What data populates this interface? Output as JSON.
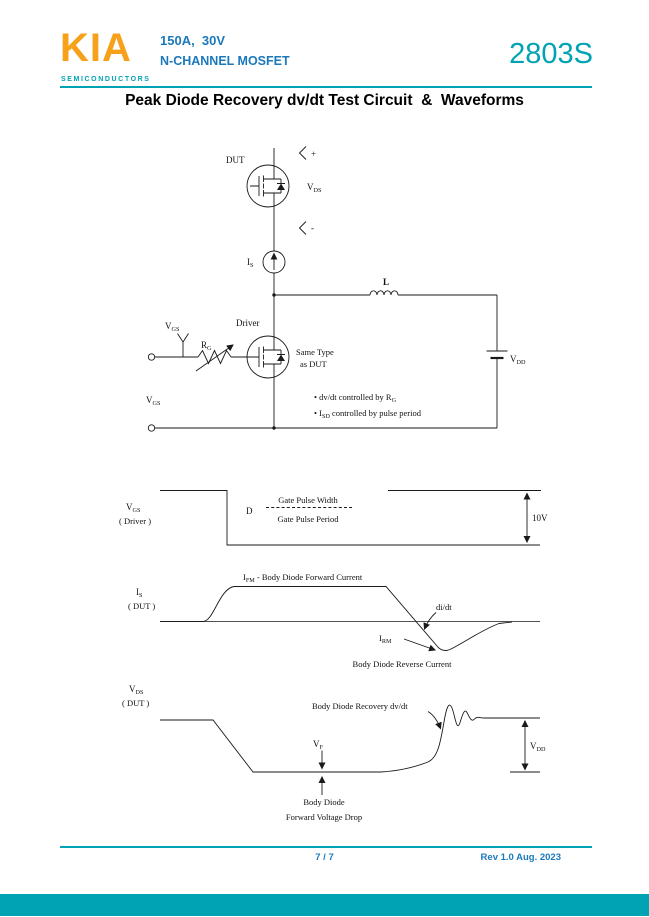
{
  "colors": {
    "teal": "#00A3B4",
    "orange": "#F7A11A",
    "blue": "#1B79BB",
    "line": "#1A1A1A"
  },
  "header": {
    "logo": "KIA",
    "logo_subtitle": "SEMICONDUCTORS",
    "rating_line": "150A,  30V",
    "device_line": "N-CHANNEL MOSFET",
    "part_number": "2803S"
  },
  "title": "Peak Diode Recovery dv/dt Test Circuit  &  Waveforms",
  "circuit": {
    "dut": "DUT",
    "plus": "+",
    "minus": "-",
    "vds": {
      "base": "V",
      "sub": "DS"
    },
    "is": {
      "base": "I",
      "sub": "S"
    },
    "inductor": "L",
    "driver": "Driver",
    "rg": {
      "base": "R",
      "sub": "G"
    },
    "vgs_top": {
      "base": "V",
      "sub": "GS"
    },
    "vgs_left": {
      "base": "V",
      "sub": "GS"
    },
    "same_type_line1": "Same Type",
    "same_type_line2": "as DUT",
    "note1": {
      "pre": "• dv/dt controlled by R",
      "sub": "G"
    },
    "note2": {
      "pre": "• I",
      "sub": "SD",
      "post": " controlled by pulse period"
    },
    "vdd": {
      "base": "V",
      "sub": "DD"
    }
  },
  "waveform_vgs": {
    "axis": {
      "base": "V",
      "sub": "GS"
    },
    "axis_line2": "( Driver )",
    "duty_symbol": "D",
    "fraction_numerator": "Gate Pulse Width",
    "fraction_denominator": "Gate Pulse Period",
    "amplitude": "10V"
  },
  "waveform_is": {
    "axis": {
      "base": "I",
      "sub": "S"
    },
    "axis_line2": "( DUT )",
    "forward": {
      "pre": "I",
      "sub": "FM",
      "post": " - Body Diode Forward Current"
    },
    "didt": "di/dt",
    "irm": {
      "base": "I",
      "sub": "RM"
    },
    "reverse_label": "Body Diode Reverse Current"
  },
  "waveform_vds": {
    "axis": {
      "base": "V",
      "sub": "DS"
    },
    "axis_line2": "( DUT )",
    "recovery_label": "Body Diode Recovery dv/dt",
    "vf": {
      "base": "V",
      "sub": "F"
    },
    "drop_line1": "Body Diode",
    "drop_line2": "Forward Voltage Drop",
    "vdd": {
      "base": "V",
      "sub": "DD"
    }
  },
  "footer": {
    "page": "7 / 7",
    "revision": "Rev 1.0 Aug. 2023"
  }
}
